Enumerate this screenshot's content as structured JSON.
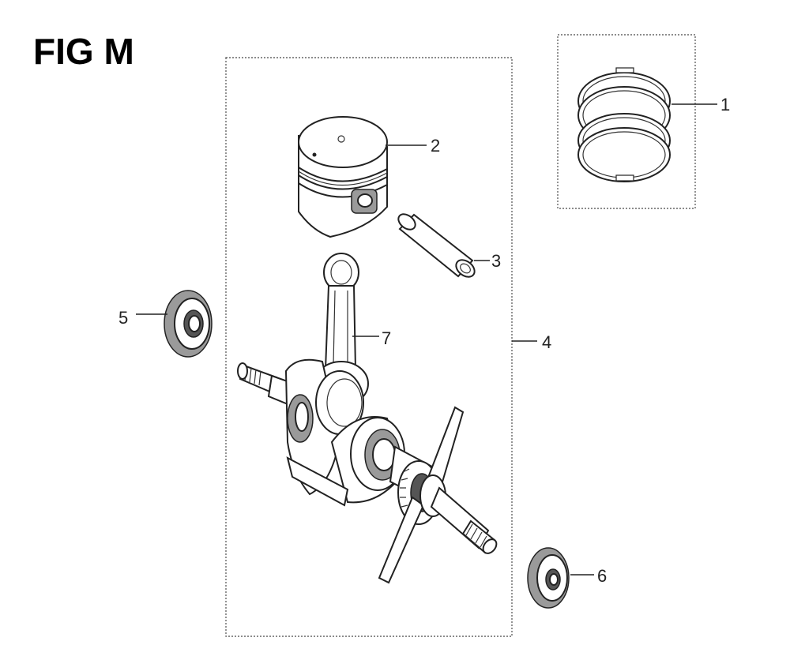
{
  "figure": {
    "title": "FIG M",
    "callouts": {
      "c1": "1",
      "c2": "2",
      "c3": "3",
      "c4": "4",
      "c5": "5",
      "c6": "6",
      "c7": "7"
    }
  }
}
